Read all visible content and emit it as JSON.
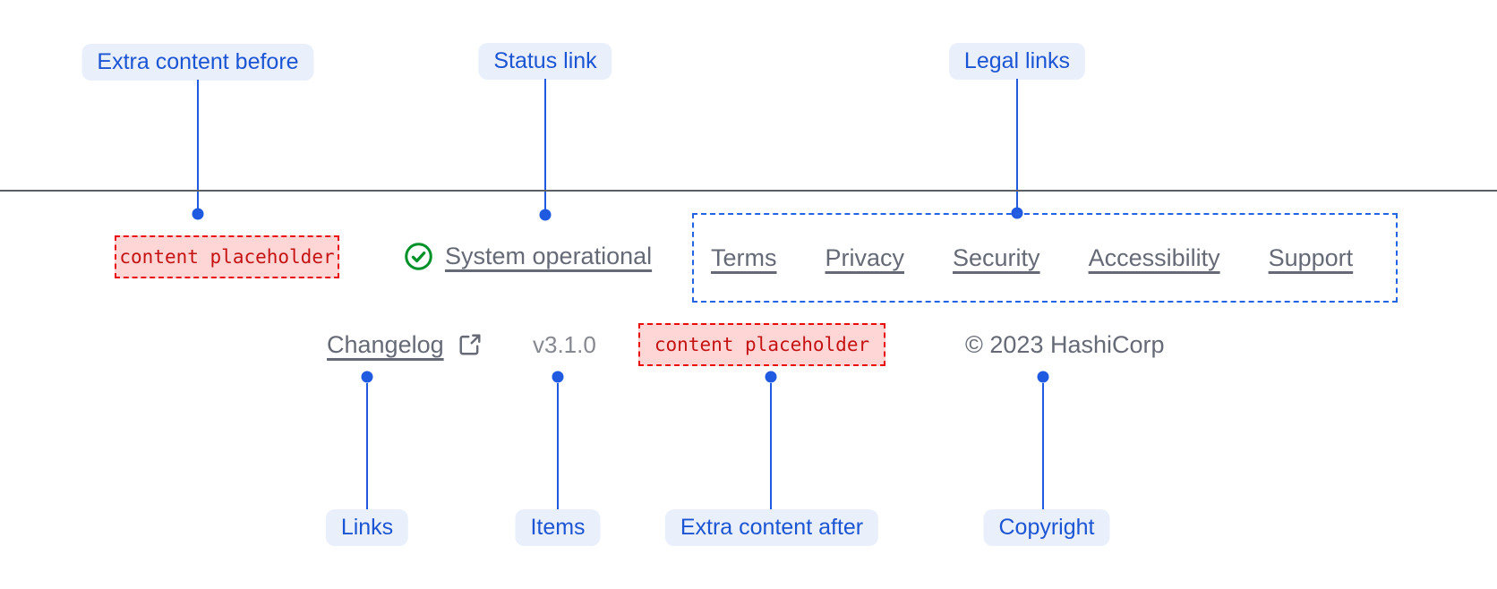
{
  "colors": {
    "annotation_accent": "#1c55d4",
    "annotation_pill_bg": "#e9f0fc",
    "dashed_frame_blue": "#2563e5",
    "footer_text_gray": "#656a76",
    "divider_gray": "#5b5f66",
    "status_green": "#009129",
    "placeholder_red_border": "#ea0b0b",
    "placeholder_red_bg": "#ffd6d6",
    "placeholder_red_text": "#c51111"
  },
  "annotations": {
    "top": [
      {
        "label": "Extra content before"
      },
      {
        "label": "Status link"
      },
      {
        "label": "Legal links"
      }
    ],
    "bottom": [
      {
        "label": "Links"
      },
      {
        "label": "Items"
      },
      {
        "label": "Extra content after"
      },
      {
        "label": "Copyright"
      }
    ]
  },
  "footer": {
    "extra_content_before": "content placeholder",
    "status_link": "System operational",
    "legal_links": [
      "Terms",
      "Privacy",
      "Security",
      "Accessibility",
      "Support"
    ],
    "changelog_link": "Changelog",
    "version": "v3.1.0",
    "extra_content_after": "content placeholder",
    "copyright": "© 2023 HashiCorp"
  },
  "icons": {
    "status": "check-circle-icon",
    "changelog": "external-link-icon"
  }
}
